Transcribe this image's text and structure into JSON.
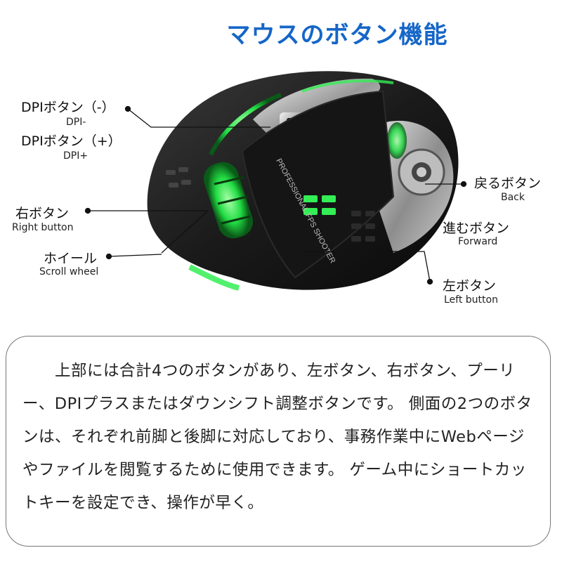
{
  "title": "マウスのボタン機能",
  "labels": {
    "dpi_minus": {
      "jp": "DPIボタン（-）",
      "en": "DPI-"
    },
    "dpi_plus": {
      "jp": "DPIボタン（+）",
      "en": "DPI+"
    },
    "right_button": {
      "jp": "右ボタン",
      "en": "Right button"
    },
    "scroll_wheel": {
      "jp": "ホイール",
      "en": "Scroll wheel"
    },
    "back_button": {
      "jp": "戻るボタン",
      "en": "Back"
    },
    "forward_button": {
      "jp": "進むボタン",
      "en": "Forward"
    },
    "left_button": {
      "jp": "左ボタン",
      "en": "Left button"
    }
  },
  "mouse": {
    "printed_text": "PROFESSIONAL FPS SHOOTER",
    "colors": {
      "body": "#111111",
      "glow": "#33ee55",
      "chrome": "#c8c8c8"
    }
  },
  "description": "上部には合計4つのボタンがあり、左ボタン、右ボタン、プーリー、DPIプラスまたはダウンシフト調整ボタンです。 側面の2つのボタンは、それぞれ前脚と後脚に対応しており、事務作業中にWebページやファイルを閲覧するために使用できます。 ゲーム中にショートカットキーを設定でき、操作が早く。"
}
